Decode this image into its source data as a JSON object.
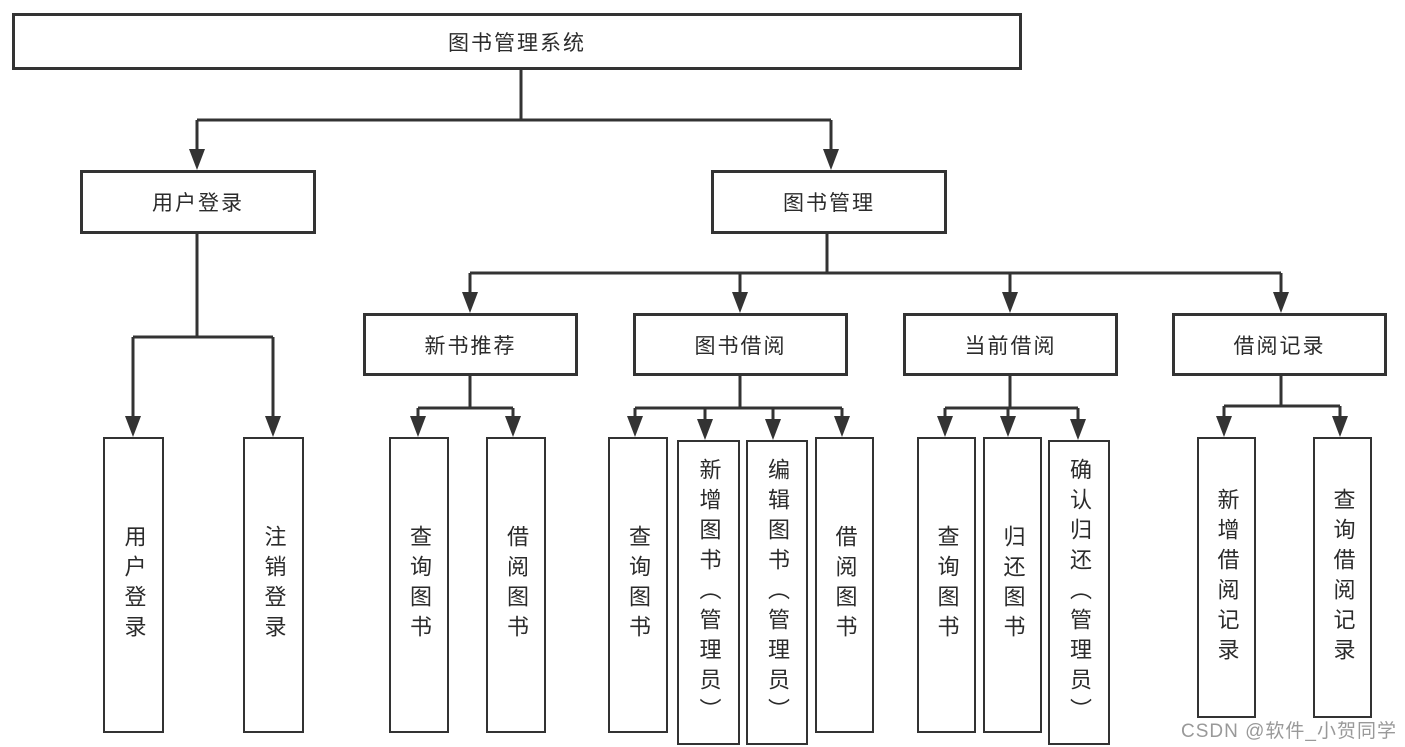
{
  "diagram_title": "图书管理系统",
  "watermark": "CSDN @软件_小贺同学",
  "colors": {
    "background": "#ffffff",
    "line": "#333333",
    "box_border": "#333333",
    "text": "#2b2b2b",
    "watermark_gray": "#808080"
  },
  "nodes": {
    "root": {
      "label": "图书管理系统"
    },
    "user_login": {
      "label": "用户登录"
    },
    "book_management": {
      "label": "图书管理"
    },
    "new_book_recommend": {
      "label": "新书推荐"
    },
    "book_borrowing": {
      "label": "图书借阅"
    },
    "current_borrowing": {
      "label": "当前借阅"
    },
    "borrowing_records": {
      "label": "借阅记录"
    },
    "leaf_user_login": {
      "label": "用户登录"
    },
    "leaf_logout": {
      "label": "注销登录"
    },
    "leaf_query_books_rec": {
      "label": "查询图书"
    },
    "leaf_borrow_books_rec": {
      "label": "借阅图书"
    },
    "leaf_query_books_bor": {
      "label": "查询图书"
    },
    "leaf_add_books_admin": {
      "label": "新增图书（管理员）"
    },
    "leaf_edit_books_admin": {
      "label": "编辑图书（管理员）"
    },
    "leaf_borrow_books_bor": {
      "label": "借阅图书"
    },
    "leaf_query_books_cur": {
      "label": "查询图书"
    },
    "leaf_return_books": {
      "label": "归还图书"
    },
    "leaf_confirm_return_admin": {
      "label": "确认归还（管理员）"
    },
    "leaf_add_borrow_record": {
      "label": "新增借阅记录"
    },
    "leaf_query_borrow_record": {
      "label": "查询借阅记录"
    }
  },
  "hierarchy": {
    "label": "图书管理系统",
    "children": [
      {
        "label": "用户登录",
        "children": [
          "用户登录",
          "注销登录"
        ]
      },
      {
        "label": "图书管理",
        "children": [
          {
            "label": "新书推荐",
            "children": [
              "查询图书",
              "借阅图书"
            ]
          },
          {
            "label": "图书借阅",
            "children": [
              "查询图书",
              "新增图书（管理员）",
              "编辑图书（管理员）",
              "借阅图书"
            ]
          },
          {
            "label": "当前借阅",
            "children": [
              "查询图书",
              "归还图书",
              "确认归还（管理员）"
            ]
          },
          {
            "label": "借阅记录",
            "children": [
              "新增借阅记录",
              "查询借阅记录"
            ]
          }
        ]
      }
    ]
  }
}
